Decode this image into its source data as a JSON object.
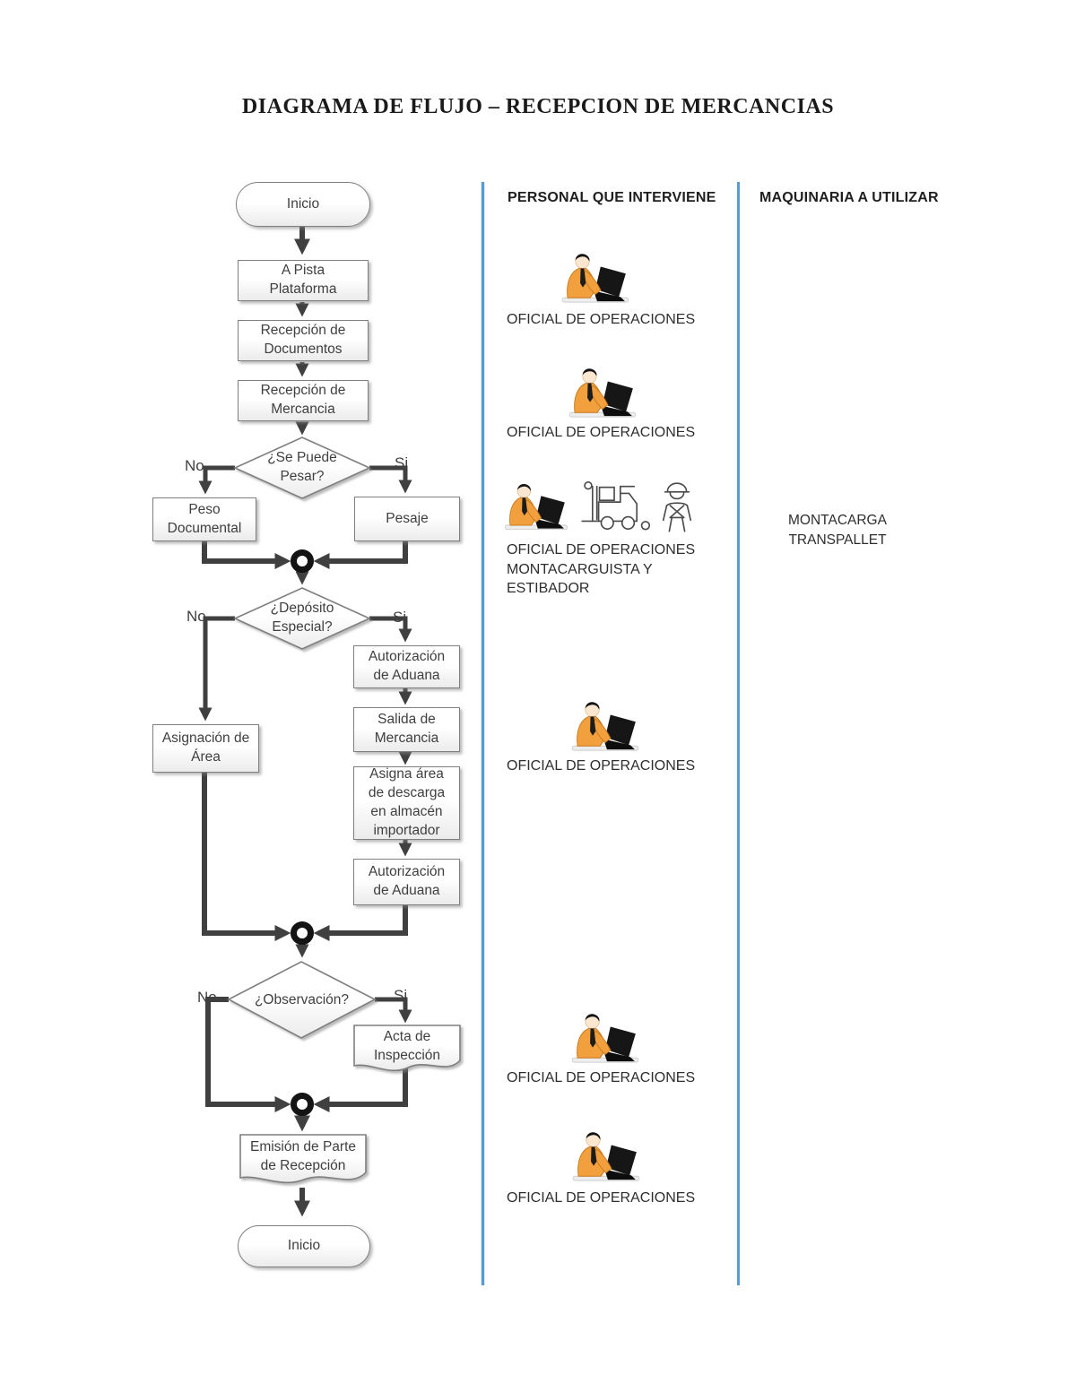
{
  "title": "DIAGRAMA DE FLUJO – RECEPCION DE MERCANCIAS",
  "columns": {
    "personnel_header": "PERSONAL QUE INTERVIENE",
    "machinery_header": "MAQUINARIA A UTILIZAR"
  },
  "flowchart": {
    "start": "Inicio",
    "pista": "A Pista\nPlataforma",
    "recepcion_documentos": "Recepción de\nDocumentos",
    "recepcion_mercancia": "Recepción de\nMercancia",
    "decision_pesar": "¿Se Puede\nPesar?",
    "peso_documental": "Peso\nDocumental",
    "pesaje": "Pesaje",
    "decision_deposito": "¿Depósito\nEspecial?",
    "autorizacion_aduana_1": "Autorización\nde Aduana",
    "salida_mercancia": "Salida de\nMercancia",
    "asignacion_area": "Asignación de\nÁrea",
    "asigna_area_descarga": "Asigna área\nde descarga\nen almacén\nimportador",
    "autorizacion_aduana_2": "Autorización\nde Aduana",
    "decision_observacion": "¿Observación?",
    "acta_inspeccion": "Acta de\nInspección",
    "emision_parte": "Emisión de Parte\nde Recepción",
    "end": "Inicio",
    "no_label": "No",
    "si_label": "Si"
  },
  "personnel": {
    "entries": [
      {
        "label": "OFICIAL DE OPERACIONES",
        "icons": [
          "person-laptop"
        ]
      },
      {
        "label": "OFICIAL DE OPERACIONES",
        "icons": [
          "person-laptop"
        ]
      },
      {
        "label": "OFICIAL DE OPERACIONES\nMONTACARGUISTA Y\nESTIBADOR",
        "icons": [
          "person-laptop",
          "forklift",
          "construction-worker"
        ]
      },
      {
        "label": "OFICIAL DE OPERACIONES",
        "icons": [
          "person-laptop"
        ]
      },
      {
        "label": "OFICIAL DE OPERACIONES",
        "icons": [
          "person-laptop"
        ]
      },
      {
        "label": "OFICIAL DE OPERACIONES",
        "icons": [
          "person-laptop"
        ]
      }
    ]
  },
  "machinery": {
    "label": "MONTACARGA\nTRANSPALLET"
  },
  "colors": {
    "divider_blue": "#5B9BD5",
    "arrow_gray": "#404040",
    "shape_border": "#7F7F7F",
    "person_orange": "#F2A03D"
  }
}
